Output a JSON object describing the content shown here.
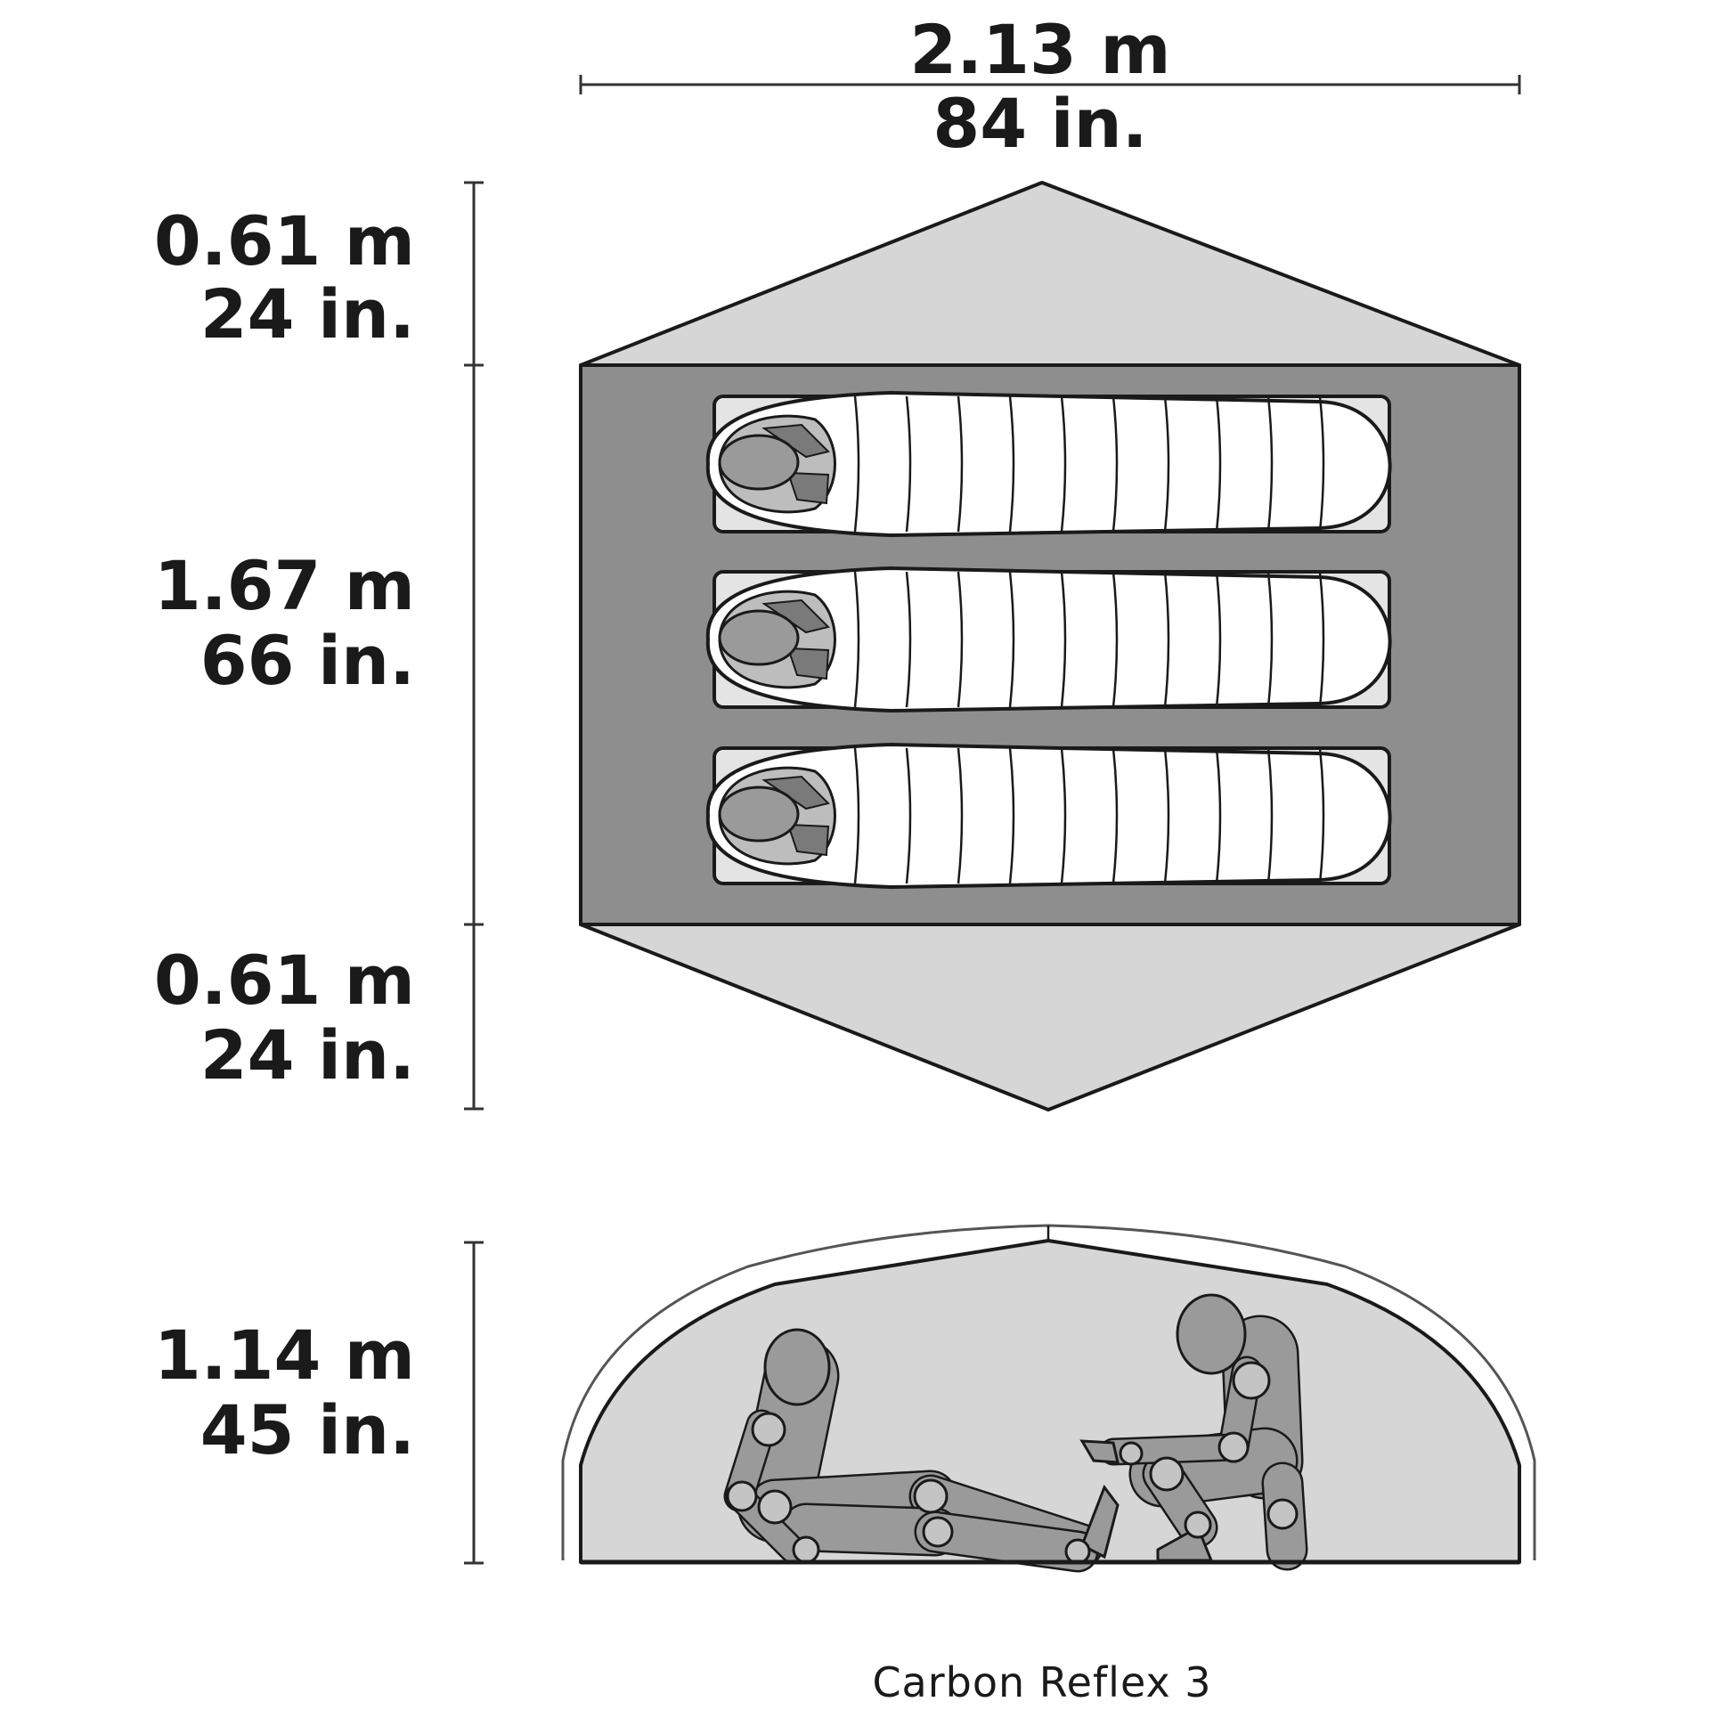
{
  "dimensions": {
    "width_metric": "2.13 m",
    "width_imperial": "84 in.",
    "vestibule_top_metric": "0.61 m",
    "vestibule_top_imperial": "24 in.",
    "floor_depth_metric": "1.67 m",
    "floor_depth_imperial": "66 in.",
    "vestibule_bottom_metric": "0.61 m",
    "vestibule_bottom_imperial": "24 in.",
    "height_metric": "1.14 m",
    "height_imperial": "45 in."
  },
  "caption": "Carbon Reflex 3",
  "colors": {
    "vestibule_fill": "#d6d6d6",
    "floor_fill": "#8e8e8e",
    "pad_fill": "#e4e4e4",
    "bag_fill": "#ffffff",
    "figure_fill": "#9a9a9a",
    "joint_fill": "#c4c4c4"
  }
}
